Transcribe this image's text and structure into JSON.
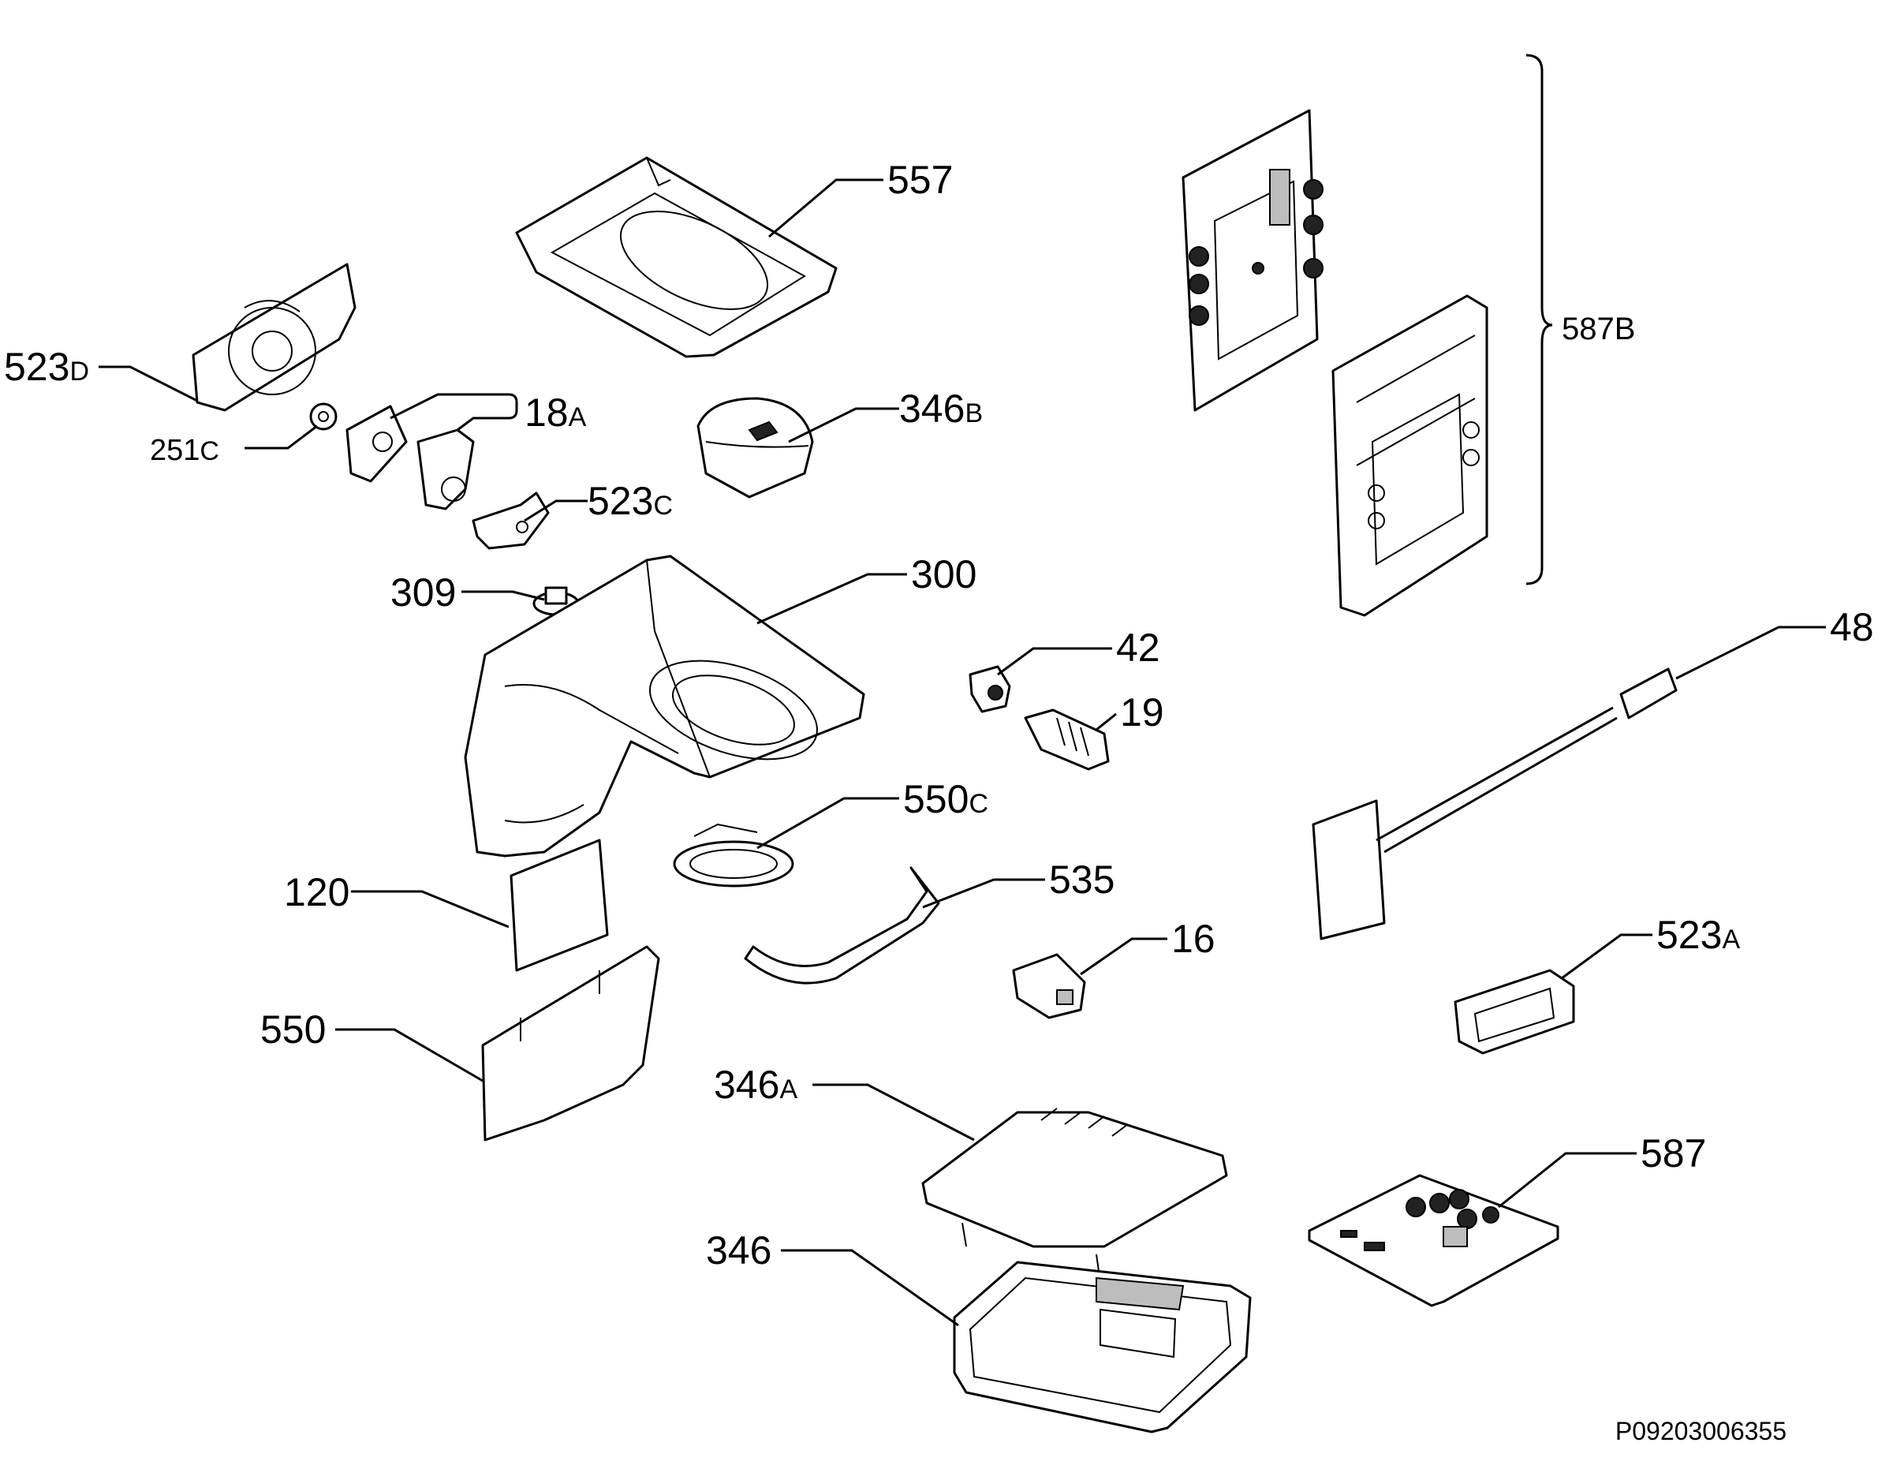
{
  "labels": {
    "p557": "557",
    "p523d_num": "523",
    "p523d_sfx": "D",
    "p251c_num": "251",
    "p251c_sfx": "C",
    "p18a_num": "18",
    "p18a_sfx": "A",
    "p346b_num": "346",
    "p346b_sfx": "B",
    "p523c_num": "523",
    "p523c_sfx": "C",
    "p309": "309",
    "p300": "300",
    "p42": "42",
    "p19": "19",
    "p550c_num": "550",
    "p550c_sfx": "C",
    "p120": "120",
    "p535": "535",
    "p16": "16",
    "p550": "550",
    "p346a_num": "346",
    "p346a_sfx": "A",
    "p346": "346",
    "p587b": "587B",
    "p48": "48",
    "p523a_num": "523",
    "p523a_sfx": "A",
    "p587": "587"
  },
  "drawing_code": "P09203006355"
}
